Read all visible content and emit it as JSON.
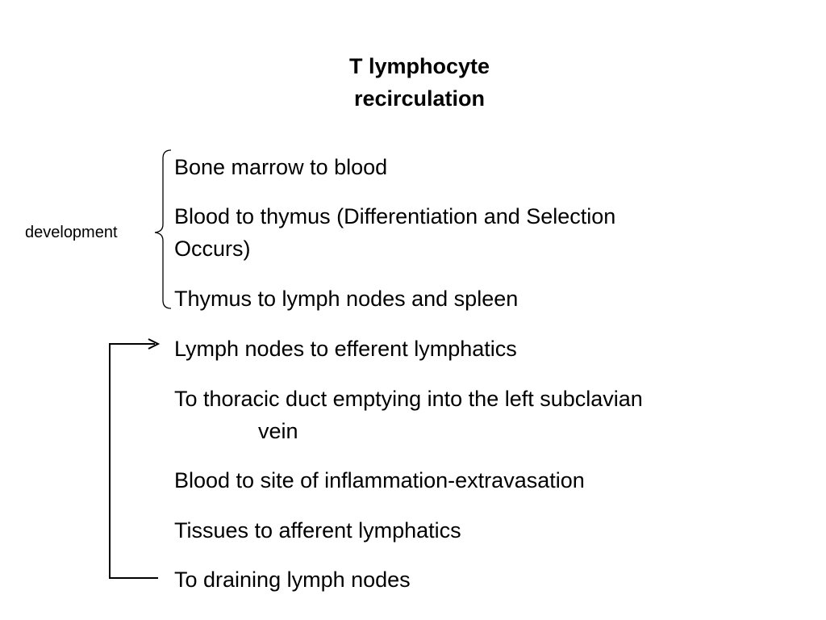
{
  "slide": {
    "title_line1": "T lymphocyte",
    "title_line2": "recirculation",
    "side_label": "development",
    "items": [
      "Bone marrow to blood",
      "Blood to thymus (Differentiation and Selection",
      "Occurs)",
      "Thymus to lymph nodes and spleen",
      "Lymph nodes to efferent lymphatics",
      "To thoracic duct emptying into the left subclavian",
      "vein",
      "Blood to site of inflammation-extravasation",
      "Tissues to afferent lymphatics",
      "To draining lymph nodes"
    ]
  }
}
